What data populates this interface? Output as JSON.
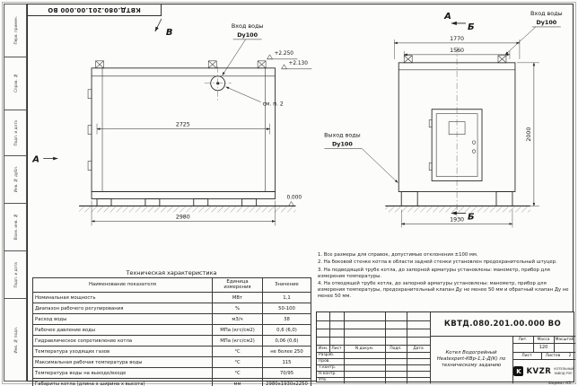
{
  "meta": {
    "doc_number": "КВТД.080.201.00.000 ВО",
    "format": "Формат  А3"
  },
  "frame": {
    "left_labels": [
      "Перв. примен.",
      "Справ. №",
      "Подп. и дата",
      "Инв. № дубл.",
      "Взам. инв. №",
      "Подп. и дата",
      "Инв. № подл."
    ]
  },
  "drawing": {
    "view_b": "В",
    "view_a": "А",
    "section_b": "Б",
    "inlet_line1": "Вход воды",
    "inlet_line2": "Dy100",
    "outlet_line1": "Выход воды",
    "outlet_line2": "Dy100",
    "see_note": "см. п. 2",
    "elev_1": "+2.250",
    "elev_2": "+2.130",
    "elev_zero": "0.000",
    "dim_length": "2980",
    "dim_inner": "2725",
    "dim_width_outer": "1770",
    "dim_width_inner": "1560",
    "dim_width_base": "1930",
    "dim_height": "2000"
  },
  "tech_table": {
    "title": "Техническая характеристика",
    "header": {
      "name": "Наименование показателя",
      "unit": "Единица измерения",
      "value": "Значение"
    },
    "rows": [
      {
        "name": "Номинальная мощность",
        "unit": "МВт",
        "value": "1,1"
      },
      {
        "name": "Диапазон рабочего регулирования",
        "unit": "%",
        "value": "50-100"
      },
      {
        "name": "Расход воды",
        "unit": "м3/ч",
        "value": "38"
      },
      {
        "name": "Рабочее давление воды",
        "unit": "МПа (кгс/см2)",
        "value": "0,6 (6,0)"
      },
      {
        "name": "Гидравлическое сопротивление котла",
        "unit": "МПа (кгс/см2)",
        "value": "0,06 (0,6)"
      },
      {
        "name": "Температура уходящих газов",
        "unit": "°С",
        "value": "не более 250"
      },
      {
        "name": "Максимальная рабочая температура воды",
        "unit": "°С",
        "value": "115"
      },
      {
        "name": "Температура воды на выходе/входе",
        "unit": "°С",
        "value": "70/95"
      },
      {
        "name": "Габариты котла (длина х ширина х высота)",
        "unit": "мм",
        "value": "2980х1930х2250"
      }
    ]
  },
  "notes": {
    "items": [
      "1. Все размеры для справок, допустимые отклонения ±100 мм.",
      "2. На боковой стенке котла в области задней стенки установлен предохранительный штуцер.",
      "3. На подводящей трубе котла, до запорной арматуры установлены: манометр, прибор для измерения температуры.",
      "4. На отводящей трубе котла, до запорной арматуры установлены: манометр, прибор для измерения температуры, предохранительный клапан Ду не менее 50 мм и обратный клапан Ду не менее 50 мм."
    ]
  },
  "title_block": {
    "doc_number": "КВТД.080.201.00.000 ВО",
    "product_line1": "Котел Водогрейный",
    "product_line2": "Heatexpert-КВр-1,1-Д(К) по",
    "product_line3": "техническому заданию",
    "cols": {
      "izm": "Изм.",
      "list": "Лист",
      "ndoc": "N докум.",
      "podp": "Подп.",
      "data": "Дата"
    },
    "roles": [
      {
        "label": "Разраб."
      },
      {
        "label": "Пров."
      },
      {
        "label": "Т.контр."
      },
      {
        "label": "Н.контр."
      },
      {
        "label": "Утв."
      }
    ],
    "lit_label": "Лит.",
    "mass_label": "Масса",
    "mass_value": "120",
    "scale_label": "Масштаб",
    "sheet_label": "Лист",
    "sheets_label": "Листов",
    "sheets_value": "2",
    "company_name": "KVZR",
    "company_letter": "K",
    "company_sub1": "КОТЕЛЬНЫЙ",
    "company_sub2": "ЗАВОД РЭП"
  }
}
